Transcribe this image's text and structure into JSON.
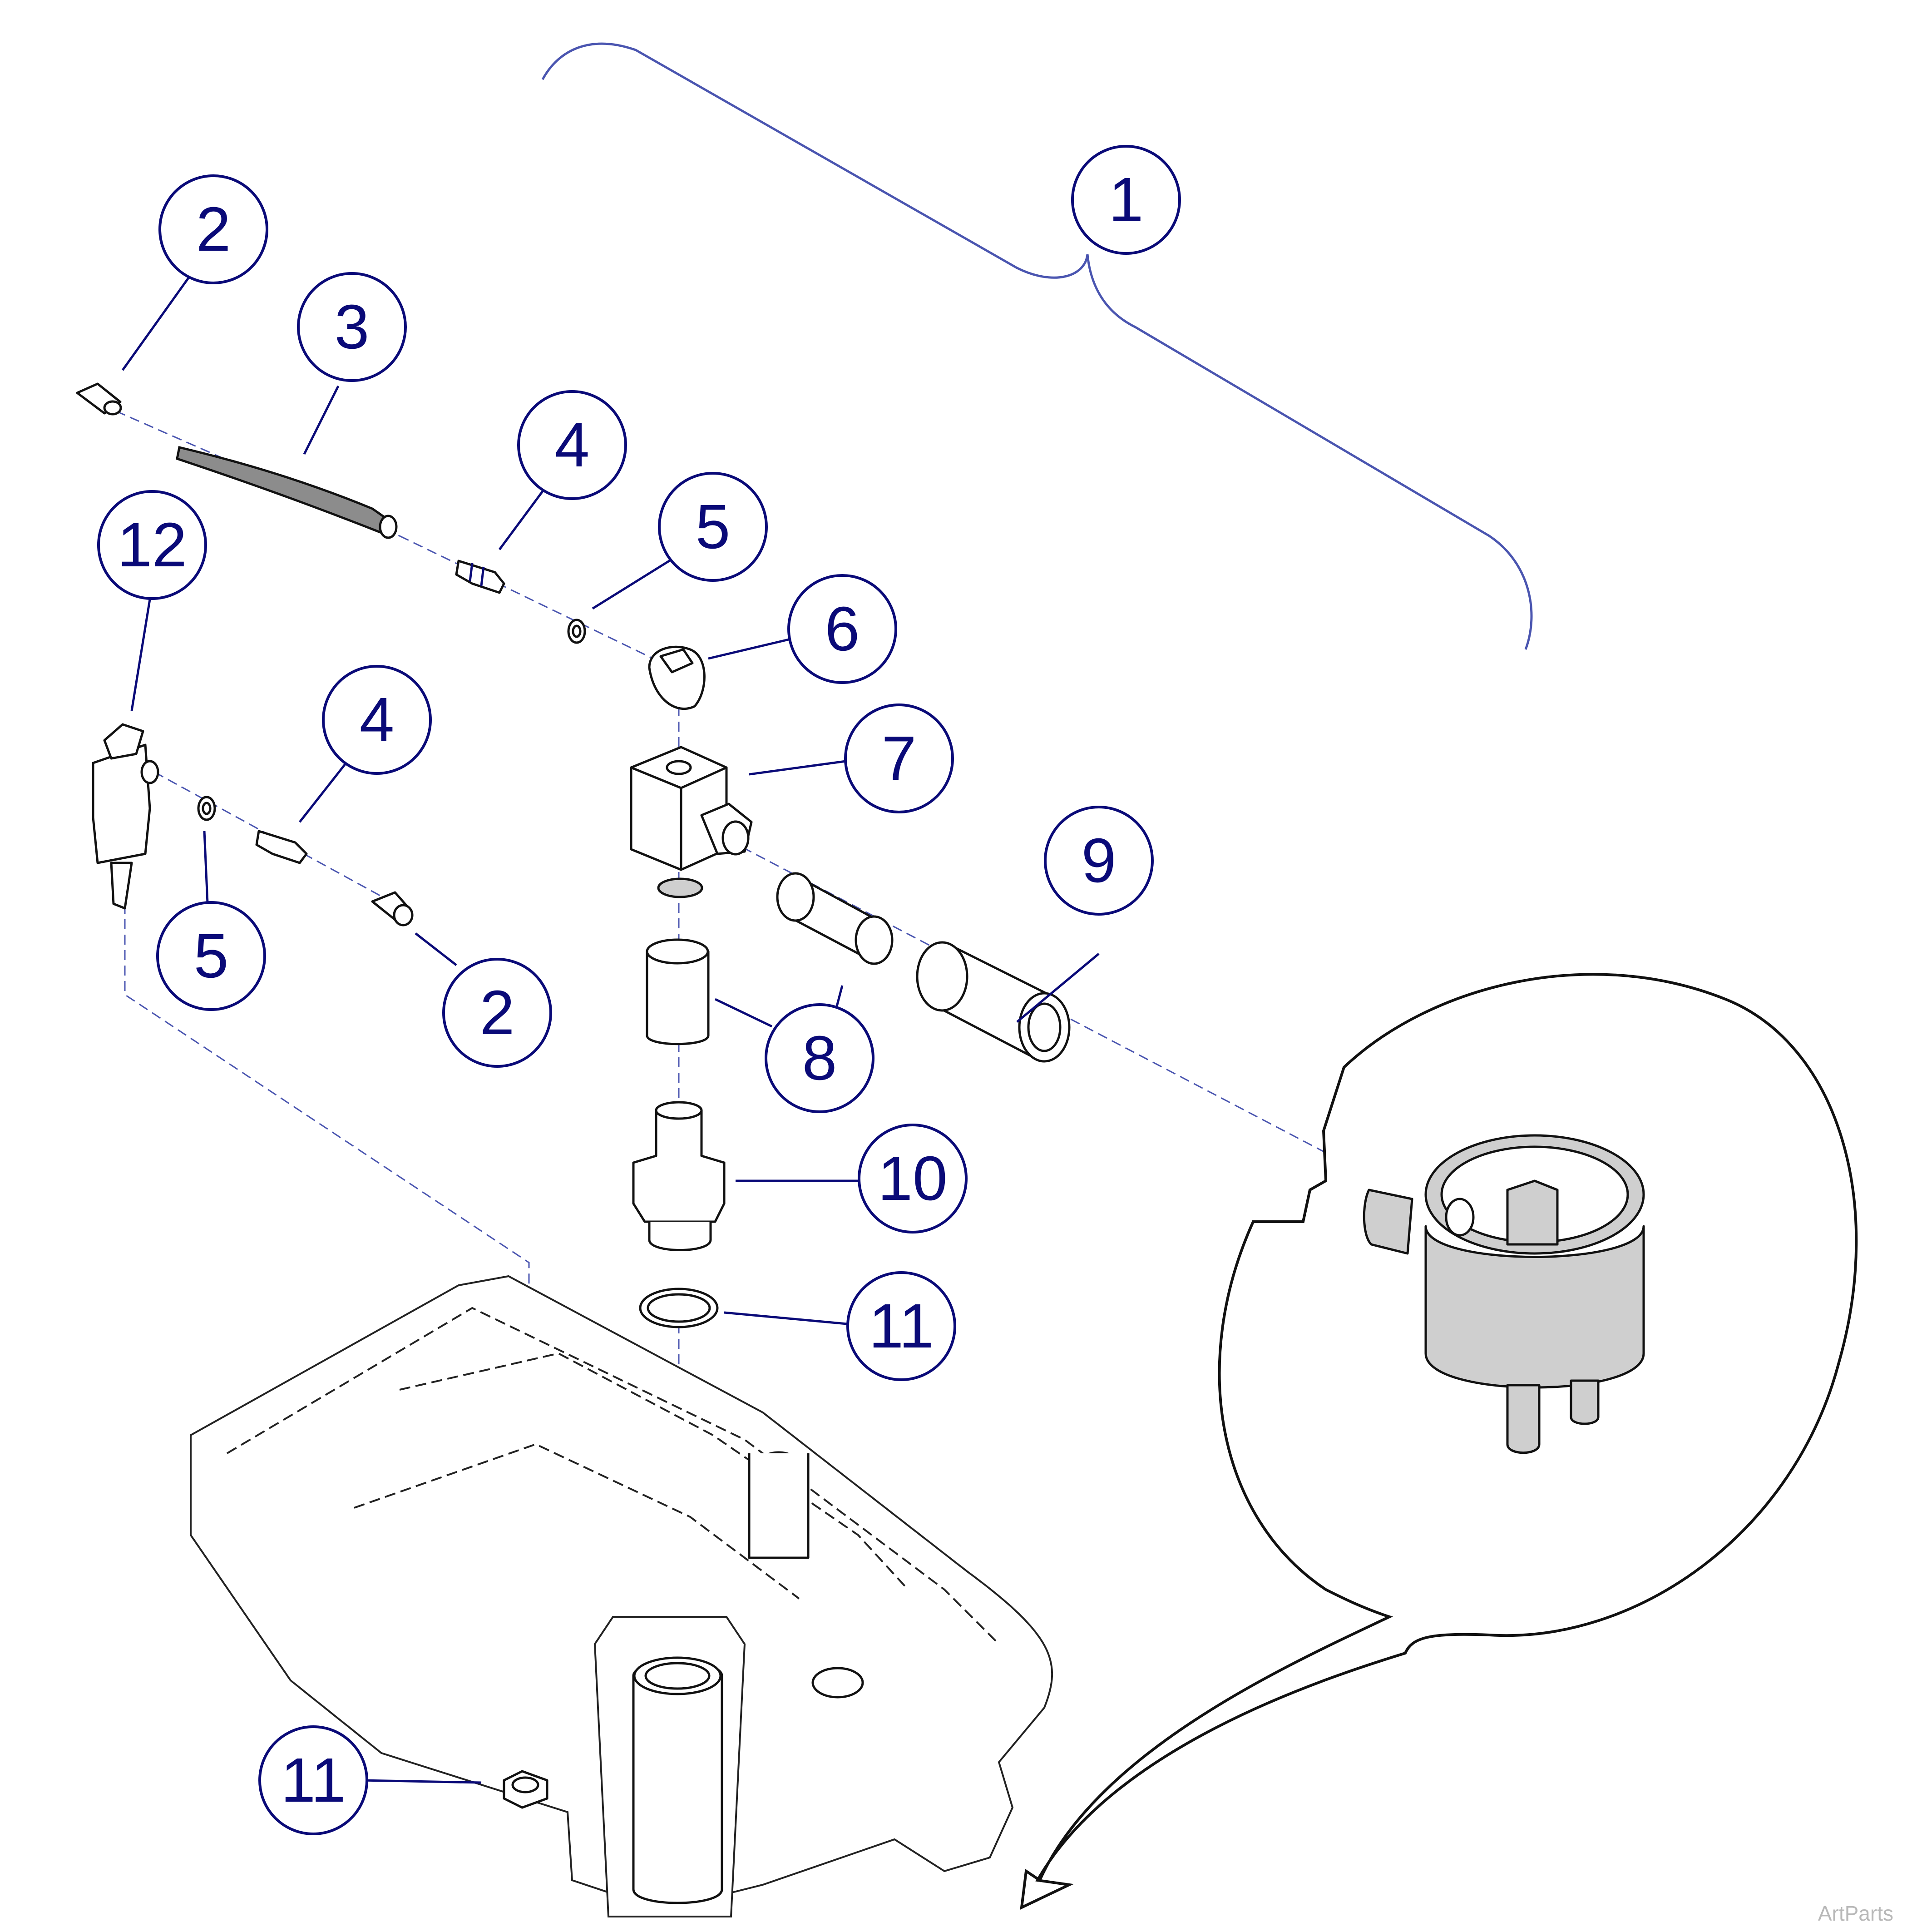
{
  "watermark": "ArtParts",
  "callouts": [
    {
      "id": "c1",
      "label": "1"
    },
    {
      "id": "c2a",
      "label": "2"
    },
    {
      "id": "c3",
      "label": "3"
    },
    {
      "id": "c4a",
      "label": "4"
    },
    {
      "id": "c5a",
      "label": "5"
    },
    {
      "id": "c6",
      "label": "6"
    },
    {
      "id": "c12",
      "label": "12"
    },
    {
      "id": "c4b",
      "label": "4"
    },
    {
      "id": "c7",
      "label": "7"
    },
    {
      "id": "c9",
      "label": "9"
    },
    {
      "id": "c5b",
      "label": "5"
    },
    {
      "id": "c2b",
      "label": "2"
    },
    {
      "id": "c8",
      "label": "8"
    },
    {
      "id": "c10",
      "label": "10"
    },
    {
      "id": "c11a",
      "label": "11"
    },
    {
      "id": "c11b",
      "label": "11"
    }
  ]
}
